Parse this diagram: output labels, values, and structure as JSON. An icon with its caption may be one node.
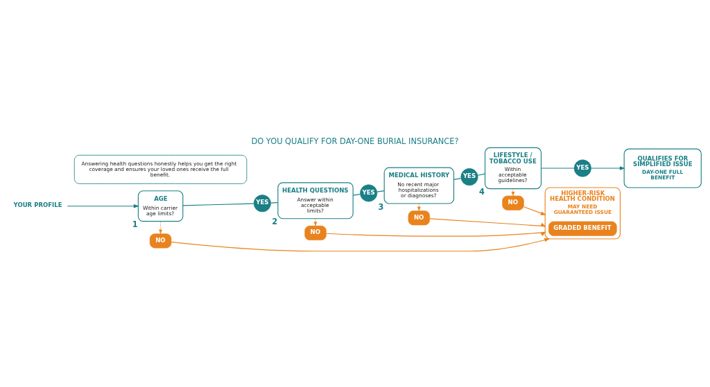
{
  "diagram": {
    "title": "DO YOU QUALIFY FOR DAY-ONE BURIAL INSURANCE?",
    "nodes": [
      {
        "text": [
          "YOUR PROFILE"
        ]
      },
      {
        "text": [
          "AGE",
          "Within carrier age limits?"
        ],
        "beside": [
          "1"
        ]
      },
      {
        "text": [
          "YES"
        ]
      },
      {
        "text": [
          "HEALTH QUESTIONS",
          "Answer within acceptable limits?"
        ],
        "beside": [
          "2"
        ]
      },
      {
        "text": [
          "YES"
        ]
      },
      {
        "text": [
          "MEDICAL HISTORY",
          "No recent major hospitalizations or diagnoses?"
        ],
        "beside": [
          "3"
        ]
      },
      {
        "text": [
          "YES"
        ]
      },
      {
        "text": [
          "LIFESTYLE / TOBACCO USE",
          "Within acceptable guidelines?"
        ],
        "beside": [
          "4"
        ]
      },
      {
        "text": [
          "YES"
        ]
      },
      {
        "text": [
          "QUALIFIES FOR SIMPLIFIED ISSUE",
          "DAY-ONE FULL BENEFIT"
        ]
      },
      {
        "text": [
          "NO"
        ]
      },
      {
        "text": [
          "NO"
        ]
      },
      {
        "text": [
          "NO"
        ]
      },
      {
        "text": [
          "NO"
        ]
      },
      {
        "text": [
          "HIGHER-RISK HEALTH CONDITION",
          "MAY NEED GUARANTEED ISSUE"
        ]
      },
      {
        "text": [
          "GRADED BENEFIT"
        ],
        "in": 14
      },
      {
        "text": [
          "Answering health questions honestly helps you get the right coverage and ensures your loved ones receive the full benefit."
        ]
      }
    ],
    "edges": [
      {
        "from": 0,
        "to": 1,
        "arrow": "to"
      },
      {
        "from": 1,
        "to": 2,
        "arrow": "none"
      },
      {
        "from": 2,
        "to": 3,
        "arrow": "none"
      },
      {
        "from": 3,
        "to": 4,
        "arrow": "none"
      },
      {
        "from": 4,
        "to": 5,
        "arrow": "none"
      },
      {
        "from": 5,
        "to": 6,
        "arrow": "none"
      },
      {
        "from": 6,
        "to": 7,
        "arrow": "none"
      },
      {
        "from": 7,
        "to": 8,
        "arrow": "none"
      },
      {
        "from": 8,
        "to": 9,
        "arrow": "to"
      },
      {
        "from": 1,
        "to": 10,
        "arrow": "to",
        "style": "dashed",
        "color": "#e8831e"
      },
      {
        "from": 3,
        "to": 11,
        "arrow": "to",
        "style": "dashed",
        "color": "#e8831e"
      },
      {
        "from": 5,
        "to": 12,
        "arrow": "to",
        "style": "dashed",
        "color": "#e8831e"
      },
      {
        "from": 7,
        "to": 13,
        "arrow": "to",
        "style": "dashed",
        "color": "#e8831e"
      },
      {
        "from": 10,
        "to": 14,
        "arrow": "to",
        "color": "#e8831e"
      },
      {
        "from": 11,
        "to": 14,
        "arrow": "to",
        "color": "#e8831e"
      },
      {
        "from": 12,
        "to": 14,
        "arrow": "to",
        "color": "#e8831e"
      },
      {
        "from": 13,
        "to": 14,
        "arrow": "to",
        "color": "#e8831e"
      }
    ]
  }
}
